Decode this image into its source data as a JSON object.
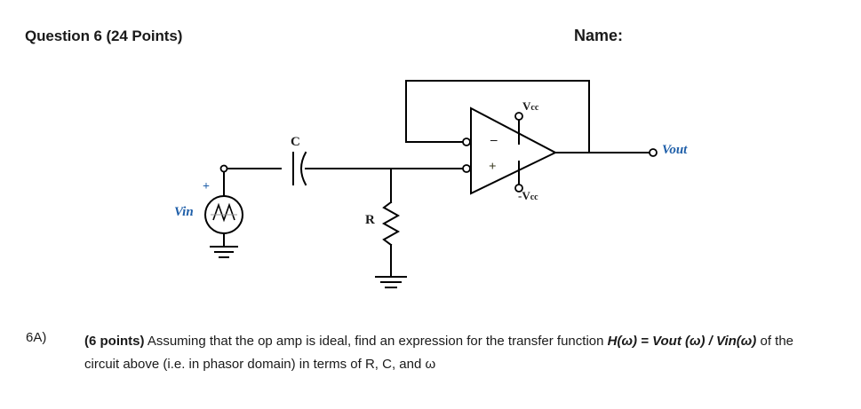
{
  "header": {
    "question_title": "Question 6 (24 Points)",
    "name_label": "Name:"
  },
  "circuit": {
    "title": "inverting-buffer-highpass-op-amp-circuit",
    "labels": {
      "capacitor": "C",
      "resistor": "R",
      "source": "Vin",
      "source_polarity": "+",
      "output": "Vout",
      "supply_positive_v": "V",
      "supply_positive_sub": "cc",
      "supply_negative_v": "-V",
      "supply_negative_sub": "cc",
      "inverting_input": "–",
      "noninverting_input": "+"
    },
    "colors": {
      "wire": "#000000",
      "signal_label": "#1f5fa9",
      "text": "#1a1a1a"
    }
  },
  "part_a": {
    "number": "6A)",
    "points": "(6 points)",
    "line1_text": " Assuming that the op amp is ideal, find an expression for the transfer function",
    "formula": "H(ω) = Vout (ω) / Vin(ω)",
    "line2_text": " of the circuit above (i.e. in phasor domain) in terms of R, C, and ω"
  }
}
